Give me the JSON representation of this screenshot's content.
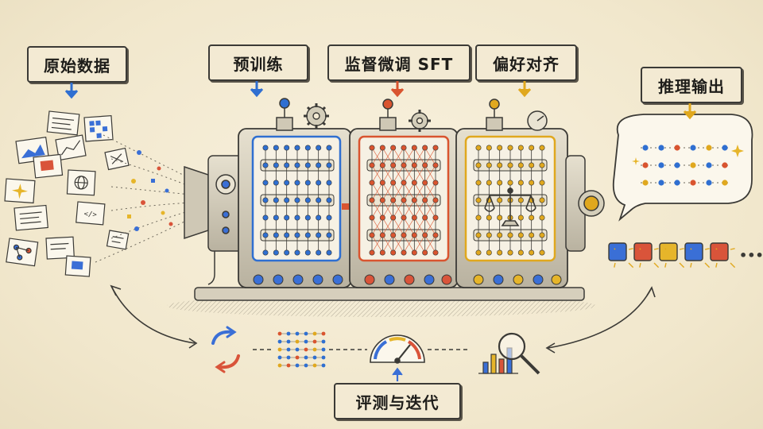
{
  "stages": [
    {
      "id": "raw-data",
      "label": "原始数据",
      "color": "#2f6fd1"
    },
    {
      "id": "pretrain",
      "label": "预训练",
      "color": "#2f6fd1"
    },
    {
      "id": "sft",
      "label": "监督微调 SFT",
      "color": "#d9542f"
    },
    {
      "id": "alignment",
      "label": "偏好对齐",
      "color": "#e0a81e"
    },
    {
      "id": "inference",
      "label": "推理输出",
      "color": "#e0a81e"
    }
  ],
  "evaluation": {
    "label": "评测与迭代"
  },
  "output_tokens": {
    "ellipsis": "•••",
    "colors": [
      "#3a6fd6",
      "#d9543a",
      "#e6b52a",
      "#3a6fd6",
      "#d9543a"
    ]
  },
  "colors": {
    "blue": "#2f6fd1",
    "red": "#d9542f",
    "yellow": "#e0a81e",
    "ink": "#3b3a36",
    "paper": "#f3ead3"
  },
  "icons": [
    "picture-icon",
    "grid-icon",
    "globe-icon",
    "code-icon",
    "chart-icon",
    "gear-icon",
    "scale-icon",
    "gauge-icon",
    "magnifier-icon",
    "cycle-arrows-icon",
    "speech-bubble-icon"
  ]
}
